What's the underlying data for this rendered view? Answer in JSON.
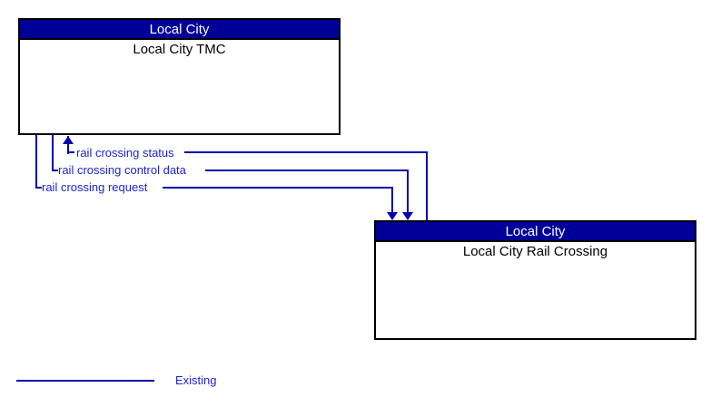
{
  "diagram": {
    "entities": [
      {
        "id": "tmc",
        "group": "Local City",
        "name": "Local City TMC"
      },
      {
        "id": "rail",
        "group": "Local City",
        "name": "Local City Rail Crossing"
      }
    ],
    "flows": [
      {
        "label": "rail crossing status",
        "from": "Local City Rail Crossing",
        "to": "Local City TMC"
      },
      {
        "label": "rail crossing control data",
        "from": "Local City TMC",
        "to": "Local City Rail Crossing"
      },
      {
        "label": "rail crossing request",
        "from": "Local City TMC",
        "to": "Local City Rail Crossing"
      }
    ],
    "legend": {
      "label": "Existing"
    },
    "colors": {
      "header_bg": "#000099",
      "header_text": "#ffffff",
      "entity_text": "#000000",
      "line": "#0000b0",
      "label_text": "#2323cd",
      "border": "#000000",
      "bg": "#ffffff"
    }
  }
}
